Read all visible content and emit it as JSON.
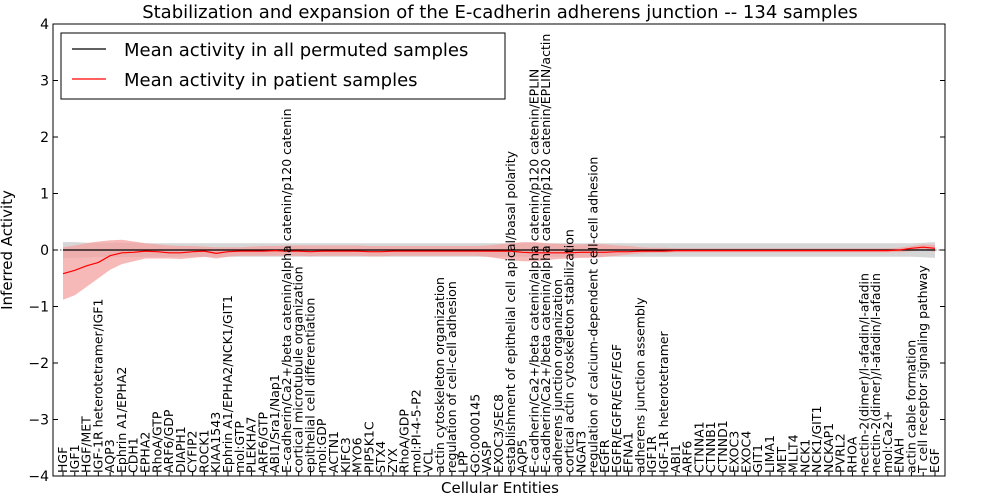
{
  "chart_data": {
    "type": "line",
    "title": "Stabilization and expansion of the E-cadherin adherens junction -- 134 samples",
    "xlabel": "Cellular Entities",
    "ylabel": "Inferred Activity",
    "ylim": [
      -4,
      4
    ],
    "yticks": [
      -4,
      -3,
      -2,
      -1,
      0,
      1,
      2,
      3,
      4
    ],
    "grid": false,
    "legend_position": "top-left",
    "reference_line": 0,
    "colors": {
      "permuted": "#000000",
      "patient": "#ff0000",
      "permuted_band": "#cfcfcf",
      "patient_band": "#f4a0a0"
    },
    "categories": [
      "HGF",
      "IGF1",
      "HGF/MET",
      "IGF-1R heterotetramer/IGF1",
      "AQP3",
      "Ephrin A1/EPHA2",
      "CDH1",
      "EPHA2",
      "RhoA/GTP",
      "ARF6/GDP",
      "DIAPH1",
      "CYFIP2",
      "ROCK1",
      "KIAA1543",
      "Ephrin A1/EPHA2/NCK1/GIT1",
      "mol:GTP",
      "PLEKHA7",
      "ARF6/GTP",
      "ABI1/Sra1/Nap1",
      "E-cadherin/Ca2+/beta catenin/alpha catenin/p120 catenin",
      "cortical microtubule organization",
      "epithelial cell differentiation",
      "mol:GDP",
      "ACTN1",
      "KIFC3",
      "MYO6",
      "PIP5K1C",
      "STX4",
      "ZYX",
      "RhoA/GDP",
      "mol:PI-4-5-P2",
      "VCL",
      "actin cytoskeleton organization",
      "regulation of cell-cell adhesion",
      "LPP",
      "GO:0000145",
      "VASP",
      "EXOC3/SEC8",
      "establishment of epithelial cell apical/basal polarity",
      "AQP5",
      "E-cadherin/Ca2+/beta catenin/alpha catenin/p120 catenin/EPLIN",
      "E-cadherin/Ca2+/beta catenin/alpha catenin/p120 catenin/EPLIN/actin",
      "adherens junction organization",
      "cortical actin cytoskeleton stabilization",
      "NGAT3",
      "regulation of calcium-dependent cell-cell adhesion",
      "EGFR",
      "EGFR/EGFR/EGF/EGF",
      "EFNA1",
      "adherens junction assembly",
      "IGF1R",
      "IGF-1R heterotetramer",
      "ABI1",
      "ARF6",
      "CTNNA1",
      "CTNNB1",
      "CTNND1",
      "EXOC3",
      "EXOC4",
      "GIT1",
      "LIMA1",
      "MET",
      "MLLT4",
      "NCK1",
      "NCK1/GIT1",
      "NCKAP1",
      "PVRL2",
      "RHOA",
      "nectin-2(dimer)/l-afadin/l-afadin",
      "nectin-2(dimer)/l-afadin/l-afadin",
      "mol:Ca2+",
      "ENAH",
      "actin cable formation",
      "T cell receptor signaling pathway",
      "EGF"
    ],
    "series": [
      {
        "name": "Mean activity in all permuted samples",
        "values": [
          0.0,
          0.0,
          0.0,
          0.0,
          0.0,
          0.0,
          0.0,
          0.0,
          0.0,
          0.0,
          0.0,
          0.0,
          0.0,
          0.0,
          0.0,
          0.0,
          0.0,
          0.0,
          0.0,
          0.0,
          0.0,
          0.0,
          0.0,
          0.0,
          0.0,
          0.0,
          0.0,
          0.0,
          0.0,
          0.0,
          0.0,
          0.0,
          0.0,
          0.0,
          0.0,
          0.0,
          0.0,
          0.0,
          0.0,
          0.0,
          0.0,
          0.0,
          0.0,
          0.0,
          0.0,
          0.0,
          0.0,
          0.0,
          0.0,
          0.0,
          0.0,
          0.0,
          0.0,
          0.0,
          0.0,
          0.0,
          0.0,
          0.0,
          0.0,
          0.0,
          0.0,
          0.0,
          0.0,
          0.0,
          0.0,
          0.0,
          0.0,
          0.0,
          0.0,
          0.0,
          0.0,
          0.0,
          0.0,
          0.0,
          0.0
        ],
        "band_upper": [
          0.14,
          0.14,
          0.13,
          0.13,
          0.13,
          0.13,
          0.13,
          0.12,
          0.12,
          0.12,
          0.12,
          0.12,
          0.12,
          0.12,
          0.12,
          0.12,
          0.12,
          0.12,
          0.12,
          0.12,
          0.12,
          0.12,
          0.12,
          0.12,
          0.12,
          0.12,
          0.12,
          0.12,
          0.12,
          0.12,
          0.12,
          0.12,
          0.12,
          0.12,
          0.12,
          0.12,
          0.12,
          0.12,
          0.12,
          0.12,
          0.12,
          0.12,
          0.12,
          0.12,
          0.12,
          0.12,
          0.12,
          0.12,
          0.12,
          0.12,
          0.12,
          0.12,
          0.12,
          0.12,
          0.12,
          0.12,
          0.12,
          0.12,
          0.12,
          0.12,
          0.12,
          0.12,
          0.12,
          0.12,
          0.12,
          0.12,
          0.12,
          0.12,
          0.12,
          0.12,
          0.12,
          0.12,
          0.12,
          0.13,
          0.14
        ],
        "band_lower": [
          -0.14,
          -0.14,
          -0.13,
          -0.13,
          -0.13,
          -0.13,
          -0.13,
          -0.12,
          -0.12,
          -0.12,
          -0.12,
          -0.12,
          -0.12,
          -0.12,
          -0.12,
          -0.12,
          -0.12,
          -0.12,
          -0.12,
          -0.12,
          -0.12,
          -0.12,
          -0.12,
          -0.12,
          -0.12,
          -0.12,
          -0.12,
          -0.12,
          -0.12,
          -0.12,
          -0.12,
          -0.12,
          -0.12,
          -0.12,
          -0.12,
          -0.12,
          -0.12,
          -0.12,
          -0.12,
          -0.12,
          -0.12,
          -0.12,
          -0.12,
          -0.12,
          -0.12,
          -0.12,
          -0.12,
          -0.12,
          -0.12,
          -0.12,
          -0.12,
          -0.12,
          -0.12,
          -0.12,
          -0.12,
          -0.12,
          -0.12,
          -0.12,
          -0.12,
          -0.12,
          -0.12,
          -0.12,
          -0.12,
          -0.12,
          -0.12,
          -0.12,
          -0.12,
          -0.12,
          -0.12,
          -0.12,
          -0.12,
          -0.12,
          -0.12,
          -0.13,
          -0.14
        ]
      },
      {
        "name": "Mean activity in patient samples",
        "values": [
          -0.42,
          -0.36,
          -0.28,
          -0.22,
          -0.1,
          -0.05,
          -0.04,
          -0.02,
          -0.03,
          -0.05,
          -0.05,
          -0.03,
          -0.02,
          -0.06,
          -0.03,
          -0.02,
          -0.02,
          -0.02,
          -0.01,
          -0.02,
          -0.02,
          -0.03,
          -0.02,
          -0.02,
          -0.02,
          -0.02,
          -0.03,
          -0.03,
          -0.02,
          -0.02,
          -0.02,
          -0.02,
          -0.02,
          -0.02,
          -0.02,
          -0.02,
          -0.02,
          -0.02,
          -0.02,
          -0.04,
          -0.05,
          -0.05,
          -0.05,
          -0.05,
          -0.04,
          -0.04,
          -0.04,
          -0.03,
          -0.03,
          -0.02,
          -0.02,
          -0.02,
          -0.01,
          -0.01,
          -0.01,
          -0.01,
          -0.01,
          -0.01,
          -0.01,
          -0.01,
          -0.01,
          -0.01,
          -0.01,
          -0.01,
          -0.01,
          -0.01,
          -0.01,
          -0.01,
          -0.01,
          -0.01,
          -0.01,
          0.0,
          0.03,
          0.05,
          0.03
        ],
        "band_upper": [
          0.05,
          0.08,
          0.12,
          0.15,
          0.17,
          0.18,
          0.15,
          0.12,
          0.1,
          0.08,
          0.07,
          0.07,
          0.06,
          0.05,
          0.05,
          0.05,
          0.06,
          0.07,
          0.07,
          0.08,
          0.08,
          0.08,
          0.08,
          0.08,
          0.08,
          0.08,
          0.07,
          0.07,
          0.07,
          0.07,
          0.07,
          0.07,
          0.07,
          0.07,
          0.07,
          0.07,
          0.08,
          0.1,
          0.12,
          0.14,
          0.14,
          0.12,
          0.11,
          0.1,
          0.1,
          0.11,
          0.1,
          0.08,
          0.07,
          0.05,
          0.04,
          0.04,
          0.03,
          0.03,
          0.03,
          0.03,
          0.03,
          0.03,
          0.03,
          0.03,
          0.03,
          0.03,
          0.03,
          0.03,
          0.03,
          0.03,
          0.03,
          0.03,
          0.03,
          0.03,
          0.03,
          0.04,
          0.07,
          0.1,
          0.09
        ],
        "band_lower": [
          -0.88,
          -0.8,
          -0.65,
          -0.5,
          -0.35,
          -0.25,
          -0.2,
          -0.15,
          -0.15,
          -0.15,
          -0.16,
          -0.14,
          -0.12,
          -0.15,
          -0.12,
          -0.1,
          -0.1,
          -0.1,
          -0.1,
          -0.1,
          -0.1,
          -0.11,
          -0.1,
          -0.1,
          -0.1,
          -0.1,
          -0.11,
          -0.11,
          -0.1,
          -0.1,
          -0.1,
          -0.1,
          -0.1,
          -0.1,
          -0.1,
          -0.1,
          -0.12,
          -0.15,
          -0.18,
          -0.2,
          -0.2,
          -0.18,
          -0.16,
          -0.15,
          -0.14,
          -0.14,
          -0.12,
          -0.1,
          -0.08,
          -0.06,
          -0.05,
          -0.05,
          -0.04,
          -0.04,
          -0.04,
          -0.04,
          -0.04,
          -0.04,
          -0.04,
          -0.04,
          -0.04,
          -0.04,
          -0.04,
          -0.04,
          -0.04,
          -0.04,
          -0.04,
          -0.04,
          -0.04,
          -0.04,
          -0.04,
          -0.04,
          -0.02,
          0.0,
          -0.03
        ]
      }
    ]
  }
}
